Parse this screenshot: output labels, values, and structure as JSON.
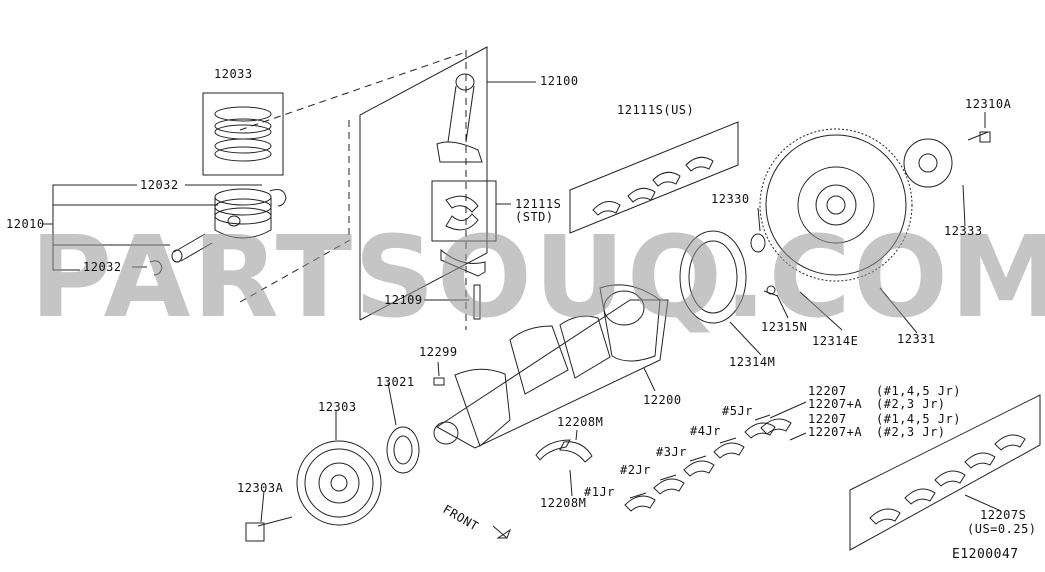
{
  "watermark": "PARTSOUQ.COM",
  "diagram_code": "E1200047",
  "front_label": "FRONT",
  "colors": {
    "line": "#222222",
    "watermark": "#969696"
  },
  "callouts": {
    "c12033": "12033",
    "c12032_top": "12032",
    "c12010": "12010",
    "c12032_bottom": "12032",
    "c12100": "12100",
    "c12111s_std": "12111S",
    "c12111s_std_note": "(STD)",
    "c12109": "12109",
    "c12111s_us": "12111S(US)",
    "c12330": "12330",
    "c12310a": "12310A",
    "c12333": "12333",
    "c12315n": "12315N",
    "c12314e": "12314E",
    "c12331": "12331",
    "c12314m": "12314M",
    "c12299": "12299",
    "c13021": "13021",
    "c12303": "12303",
    "c12200": "12200",
    "c12208m_top": "12208M",
    "c12208m_bottom": "12208M",
    "c12303a": "12303A",
    "c12207_a": "12207",
    "c12207_a_note": "(#1,4,5 Jr)",
    "c12207a_a": "12207+A",
    "c12207a_a_note": "(#2,3 Jr)",
    "c12207_b": "12207",
    "c12207_b_note": "(#1,4,5 Jr)",
    "c12207a_b": "12207+A",
    "c12207a_b_note": "(#2,3 Jr)",
    "c12207s": "12207S",
    "c12207s_note": "(US=0.25)",
    "jr5": "#5Jr",
    "jr4": "#4Jr",
    "jr3": "#3Jr",
    "jr2": "#2Jr",
    "jr1": "#1Jr"
  }
}
